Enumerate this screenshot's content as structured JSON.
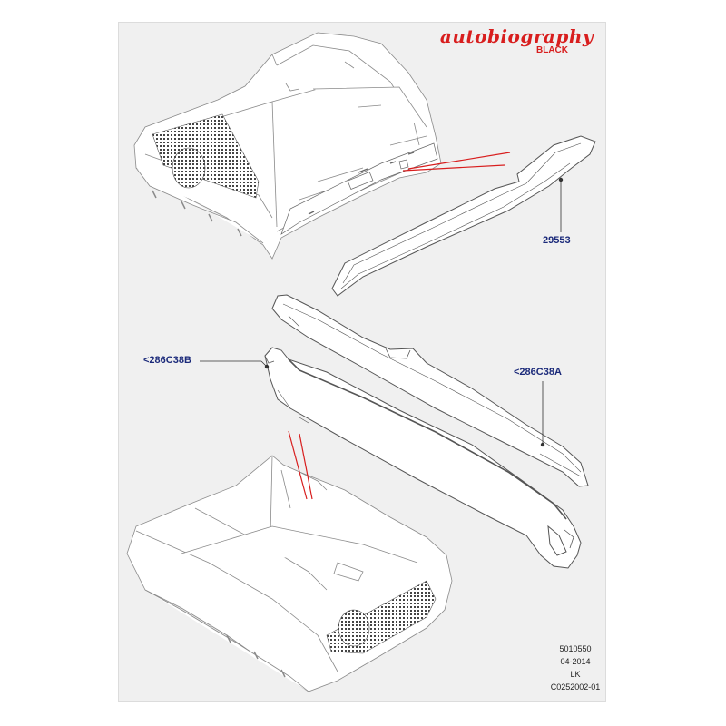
{
  "brand": {
    "script": "autobiography",
    "sub": "BLACK",
    "color": "#d81e1e"
  },
  "callouts": {
    "part_29553": "29553",
    "part_286c38b": "<286C38B",
    "part_286c38a": "<286C38A",
    "label_color": "#1b2a7a"
  },
  "footer": {
    "line1": "5010550",
    "line2": "04-2014",
    "line3": "LK",
    "line4": "C0252002-01"
  },
  "colors": {
    "sheet_bg": "#f0f0f0",
    "outline": "#555555",
    "indicator": "#d81e1e"
  }
}
